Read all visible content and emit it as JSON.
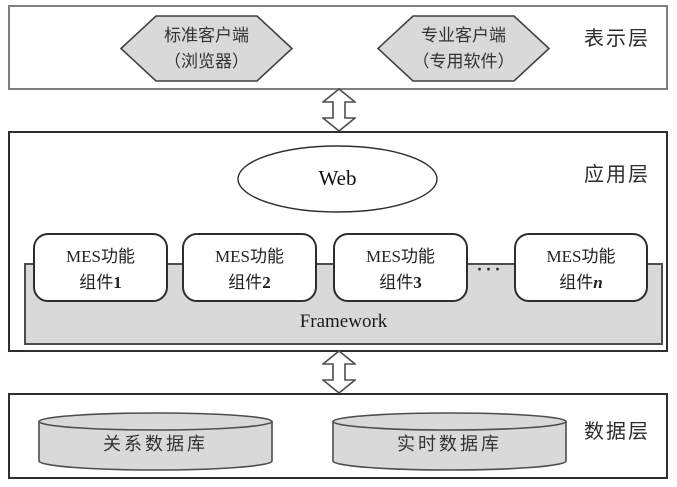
{
  "layers": {
    "presentation": {
      "label": "表示层",
      "clients": [
        {
          "line1": "标准客户端",
          "line2": "（浏览器）"
        },
        {
          "line1": "专业客户端",
          "line2": "（专用软件）"
        }
      ]
    },
    "application": {
      "label": "应用层",
      "web_label": "Web",
      "framework_label": "Framework",
      "ellipsis": "···",
      "components": [
        {
          "line1": "MES功能",
          "prefix": "组件",
          "suffix": "1"
        },
        {
          "line1": "MES功能",
          "prefix": "组件",
          "suffix": "2"
        },
        {
          "line1": "MES功能",
          "prefix": "组件",
          "suffix": "3"
        },
        {
          "line1": "MES功能",
          "prefix": "组件",
          "suffix": "n"
        }
      ]
    },
    "data": {
      "label": "数据层",
      "databases": [
        {
          "label": "关系数据库"
        },
        {
          "label": "实时数据库"
        }
      ]
    }
  },
  "colors": {
    "shape_fill": "#d9d9d9",
    "shape_stroke": "#404040",
    "presentation_border": "#7f7f7f",
    "layer_border": "#2e2e2e"
  }
}
